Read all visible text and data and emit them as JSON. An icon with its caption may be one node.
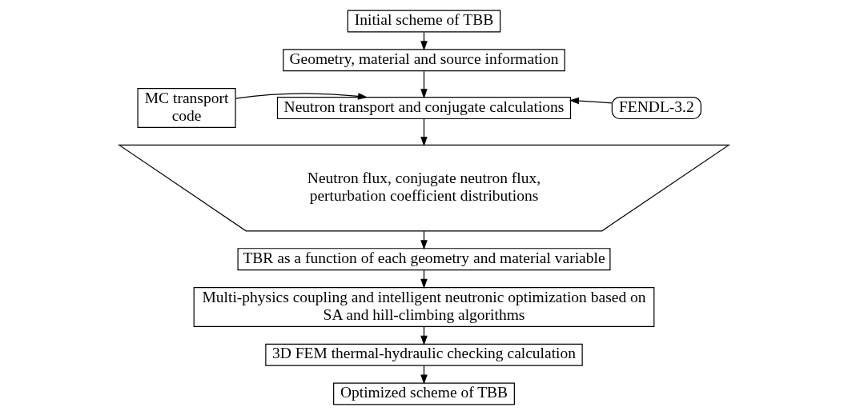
{
  "diagram": {
    "nodes": [
      {
        "text": [
          "Initial scheme of TBB"
        ]
      },
      {
        "text": [
          "Geometry, material and source information"
        ]
      },
      {
        "text": [
          "MC transport code"
        ]
      },
      {
        "text": [
          "Neutron transport and conjugate calculations"
        ]
      },
      {
        "text": [
          "FENDL-3.2"
        ]
      },
      {
        "text": [
          "Neutron flux, conjugate neutron flux, perturbation coefficient distributions"
        ]
      },
      {
        "text": [
          "TBR as a function of each geometry and material variable"
        ]
      },
      {
        "text": [
          "Multi-physics coupling and intelligent neutronic optimization based on SA and hill-climbing algorithms"
        ]
      },
      {
        "text": [
          "3D FEM thermal-hydraulic checking calculation"
        ]
      },
      {
        "text": [
          "Optimized scheme of TBB"
        ]
      }
    ],
    "edges": [
      {
        "from": 0,
        "to": 1,
        "arrow": "to"
      },
      {
        "from": 1,
        "to": 3,
        "arrow": "to"
      },
      {
        "from": 2,
        "to": 3,
        "arrow": "to"
      },
      {
        "from": 4,
        "to": 3,
        "arrow": "to"
      },
      {
        "from": 3,
        "to": 5,
        "arrow": "to"
      },
      {
        "from": 5,
        "to": 6,
        "arrow": "to"
      },
      {
        "from": 6,
        "to": 7,
        "arrow": "to"
      },
      {
        "from": 7,
        "to": 8,
        "arrow": "to"
      },
      {
        "from": 8,
        "to": 9,
        "arrow": "to"
      }
    ]
  }
}
